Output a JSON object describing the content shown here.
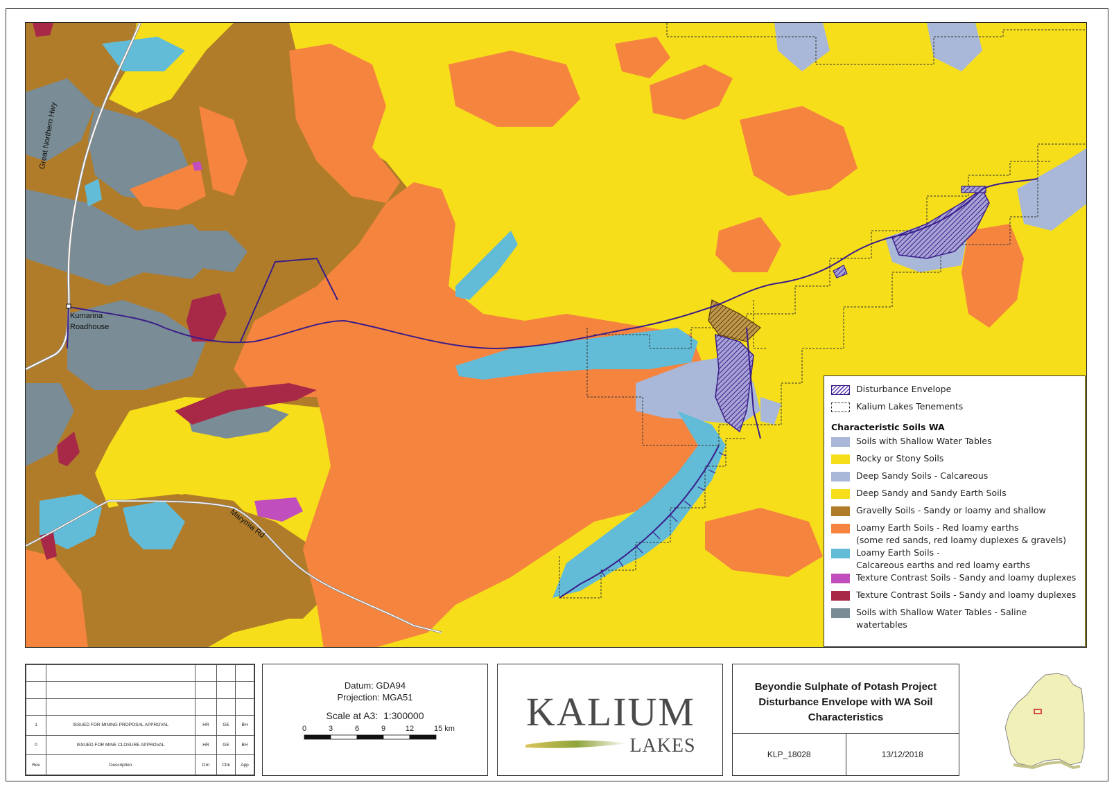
{
  "map": {
    "labels": {
      "highway": "Great Northern Hwy",
      "town_line1": "Kumarina",
      "town_line2": "Roadhouse",
      "road2": "Marymia Rd"
    },
    "colors": {
      "shallow_water": "#9fb2d4",
      "rocky": "#f6de1b",
      "calcareous_sand": "#a9b8d8",
      "deep_sandy": "#f6de1b",
      "gravelly": "#b07c2a",
      "loamy_red": "#f5843f",
      "loamy_calc": "#62bcd8",
      "texture_pink": "#c04fbd",
      "texture_crimson": "#a82848",
      "saline": "#7a8c95",
      "disturbance": "#3a1d8a",
      "road": "#8a8a8a"
    }
  },
  "legend": {
    "items": [
      {
        "label": "Disturbance Envelope",
        "kind": "hatch"
      },
      {
        "label": "Kalium Lakes Tenements",
        "kind": "dash"
      }
    ],
    "heading": "Characteristic Soils WA",
    "soils": [
      {
        "line1": "Soils with Shallow Water Tables",
        "line2": "",
        "color": "#a9b8d8"
      },
      {
        "line1": "Rocky or Stony Soils",
        "line2": "",
        "color": "#f6de1b"
      },
      {
        "line1": "Deep Sandy Soils - Calcareous",
        "line2": "",
        "color": "#a9b8d8"
      },
      {
        "line1": "Deep Sandy and Sandy Earth Soils",
        "line2": "",
        "color": "#f6de1b"
      },
      {
        "line1": "Gravelly Soils - Sandy or loamy and shallow",
        "line2": "",
        "color": "#b07c2a"
      },
      {
        "line1": "Loamy Earth Soils - Red loamy earths",
        "line2": "(some red sands, red loamy duplexes & gravels)",
        "color": "#f5843f"
      },
      {
        "line1": "Loamy Earth Soils -",
        "line2": "Calcareous earths and red loamy earths",
        "color": "#62bcd8"
      },
      {
        "line1": "Texture Contrast Soils - Sandy and loamy duplexes",
        "line2": "",
        "color": "#c04fbd"
      },
      {
        "line1": "Texture Contrast Soils - Sandy and loamy duplexes",
        "line2": "",
        "color": "#a82848"
      },
      {
        "line1": "Soils with Shallow Water Tables - Saline watertables",
        "line2": "",
        "color": "#7a8c95"
      }
    ]
  },
  "revisions": {
    "rows": [
      {
        "rev": "1",
        "description": "ISSUED FOR MINING PROPOSAL APPROVAL",
        "drn": "HR",
        "chk": "GE",
        "app": "BH"
      },
      {
        "rev": "0",
        "description": "ISSUED FOR MINE CLOSURE APPROVAL",
        "drn": "HR",
        "chk": "GE",
        "app": "BH"
      }
    ],
    "header": {
      "rev": "Rev",
      "description": "Description",
      "drn": "Drn",
      "chk": "Chk",
      "app": "App"
    }
  },
  "scale_box": {
    "datum": "Datum: GDA94",
    "projection": "Projection: MGA51",
    "scale_label": "Scale at A3:",
    "scale_value": "1:300000",
    "ticks": [
      "0",
      "3",
      "6",
      "9",
      "12",
      "15 km"
    ]
  },
  "logo": {
    "line1": "KALIUM",
    "line2": "LAKES"
  },
  "title_block": {
    "line1": "Beyondie Sulphate of Potash Project",
    "line2": "Disturbance Envelope with WA Soil",
    "line3": "Characteristics",
    "doc_number": "KLP_18028",
    "date": "13/12/2018"
  }
}
